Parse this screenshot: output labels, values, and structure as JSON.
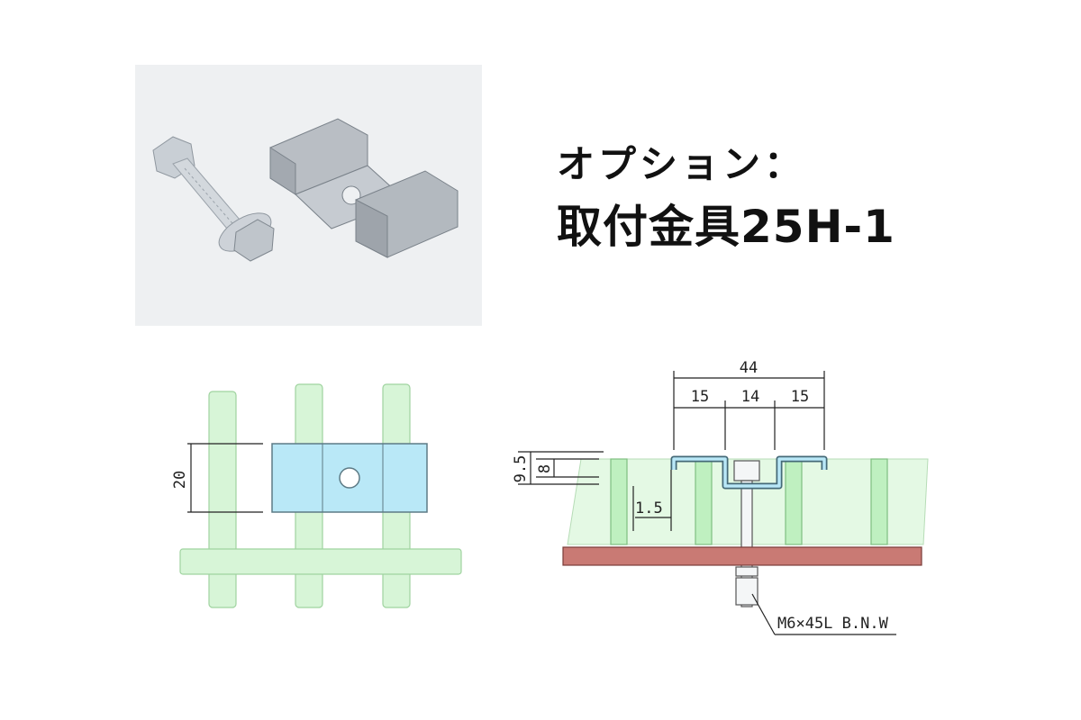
{
  "title": {
    "line1": "オプション：",
    "line2": "取付金具25H-1"
  },
  "photo": {
    "background": "#eef0f2",
    "metal": "#b9bec4"
  },
  "plan_view": {
    "dimension": "20",
    "grating_color": "#d7f5d7",
    "bracket_color": "#b9e8f7"
  },
  "section_view": {
    "total_width": "44",
    "seg_left": "15",
    "seg_mid": "14",
    "seg_right": "15",
    "height_outer": "9.5",
    "height_inner": "8",
    "thickness": "1.5",
    "bolt_spec": "M6×45L B.N.W",
    "beam_color": "#c97a74",
    "bar_color": "#bff0c0",
    "bracket_color": "#b9e8f7"
  }
}
